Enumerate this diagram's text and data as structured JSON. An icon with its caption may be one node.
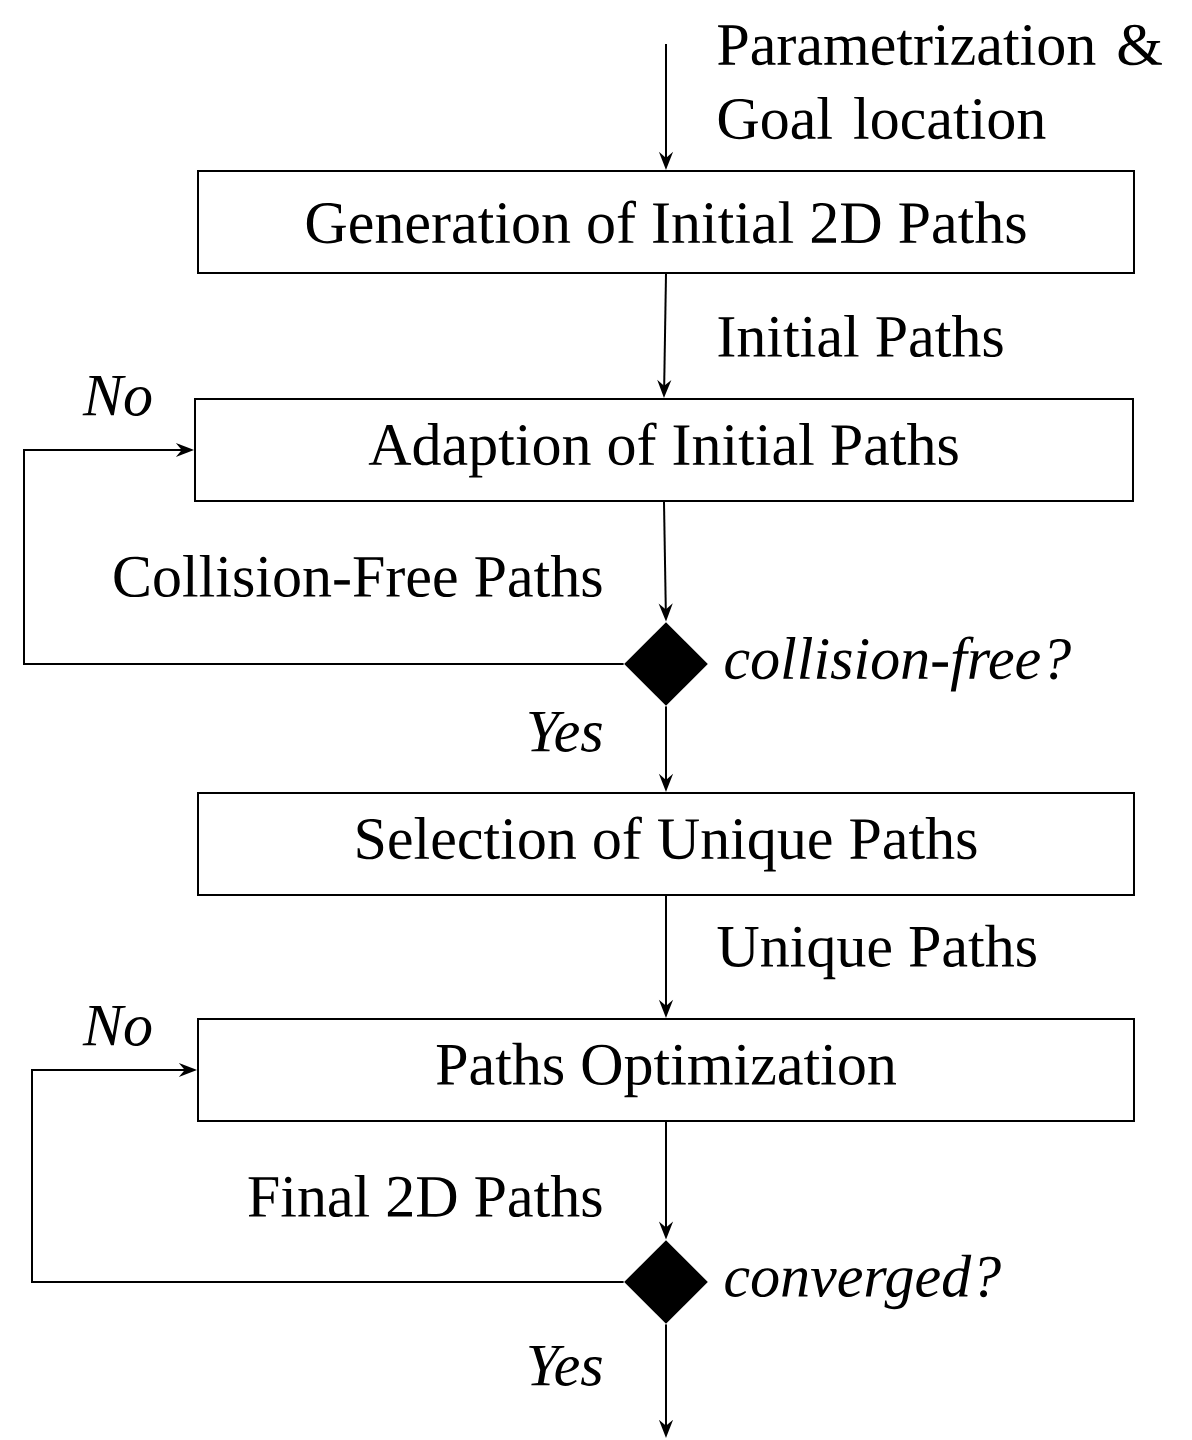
{
  "diagram": {
    "nodes": [
      {
        "text": [
          "Generation of Initial 2D Paths"
        ]
      },
      {
        "text": [
          "Adaption of Initial Paths"
        ]
      },
      {
        "text": [],
        "shape": "diamond",
        "beside": [
          "collision-free?"
        ]
      },
      {
        "text": [
          "Selection of Unique Paths"
        ]
      },
      {
        "text": [
          "Paths Optimization"
        ]
      },
      {
        "text": [],
        "shape": "diamond",
        "beside": [
          "converged?"
        ]
      }
    ],
    "edges": [
      {
        "from": null,
        "to": 0,
        "arrow": "to",
        "label": "Parametrization & Goal location"
      },
      {
        "from": 0,
        "to": 1,
        "arrow": "to",
        "label": "Initial Paths"
      },
      {
        "from": 1,
        "to": 2,
        "arrow": "to",
        "label": "Collision-Free Paths"
      },
      {
        "from": 2,
        "to": 1,
        "arrow": "to",
        "label": "No"
      },
      {
        "from": 2,
        "to": 3,
        "arrow": "to",
        "label": "Yes"
      },
      {
        "from": 3,
        "to": 4,
        "arrow": "to",
        "label": "Unique Paths"
      },
      {
        "from": 4,
        "to": 5,
        "arrow": "to",
        "label": "Final 2D Paths"
      },
      {
        "from": 5,
        "to": 4,
        "arrow": "to",
        "label": "No"
      },
      {
        "from": 5,
        "to": null,
        "arrow": "to",
        "label": "Yes"
      }
    ]
  }
}
